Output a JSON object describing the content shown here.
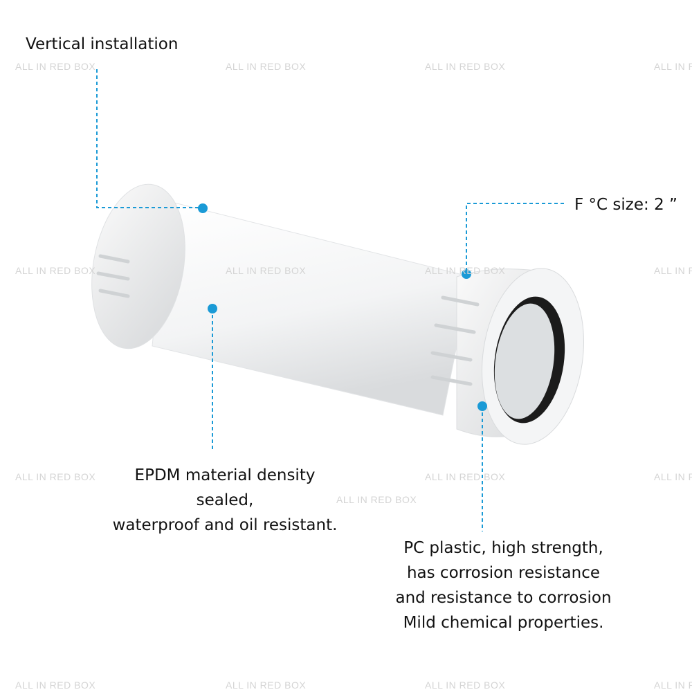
{
  "watermark": "ALL IN RED BOX",
  "accent_color": "#1a9ad6",
  "callouts": {
    "vertical": "Vertical installation",
    "size": "F °C size: 2 ”",
    "epdm": [
      "EPDM material density",
      "sealed,",
      "waterproof and oil resistant."
    ],
    "pc": [
      "PC plastic, high strength,",
      "has corrosion resistance",
      "and resistance to corrosion",
      "Mild chemical properties."
    ]
  }
}
